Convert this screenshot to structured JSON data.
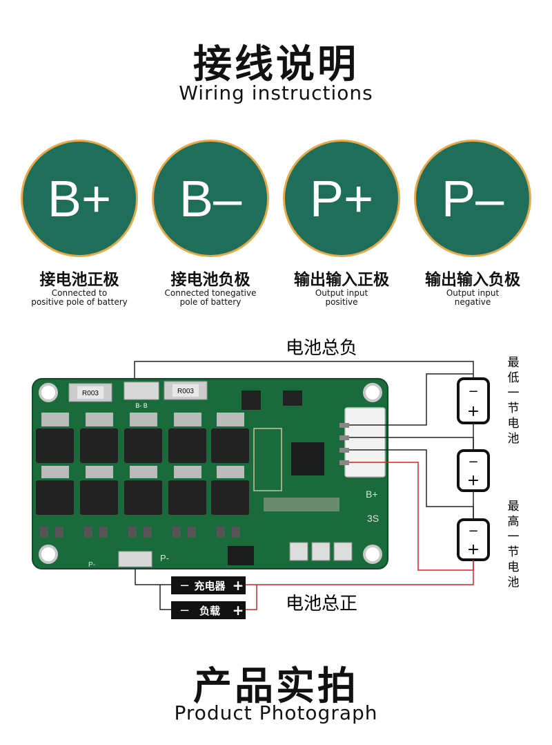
{
  "header": {
    "title_cn": "接线说明",
    "title_en": "Wiring instructions"
  },
  "terminals": [
    {
      "symbol": "B+",
      "label_cn": "接电池正极",
      "label_en": [
        "Connected to",
        "positive pole of battery"
      ]
    },
    {
      "symbol": "B–",
      "label_cn": "接电池负极",
      "label_en": [
        "Connected tonegative",
        "pole of battery"
      ]
    },
    {
      "symbol": "P+",
      "label_cn": "输出输入正极",
      "label_en": [
        "Output input",
        "positive"
      ]
    },
    {
      "symbol": "P–",
      "label_cn": "输出输入负极",
      "label_en": [
        "Output input",
        "negative"
      ]
    }
  ],
  "diagram": {
    "total_negative": "电池总负",
    "total_positive": "电池总正",
    "lowest_cell": [
      "最",
      "低",
      "一",
      "节",
      "电",
      "池"
    ],
    "highest_cell": [
      "最",
      "高",
      "一",
      "节",
      "电",
      "池"
    ],
    "charger": "充电器",
    "load": "负载",
    "minus": "−",
    "plus": "+",
    "cell_minus": "−",
    "cell_plus": "+",
    "board_marks": {
      "r1": "R003",
      "r2": "R003",
      "bplus": "B+",
      "cell": "3S",
      "pminus": "P-",
      "pminus2": "P-",
      "bb": "B- B"
    }
  },
  "footer": {
    "title_cn": "产品实拍",
    "title_en": "Product Photograph"
  },
  "colors": {
    "circle": "#1e6e5a",
    "ring": "#e8a94a",
    "pcb": "#1a6b3c",
    "wire_red": "#d82020"
  }
}
